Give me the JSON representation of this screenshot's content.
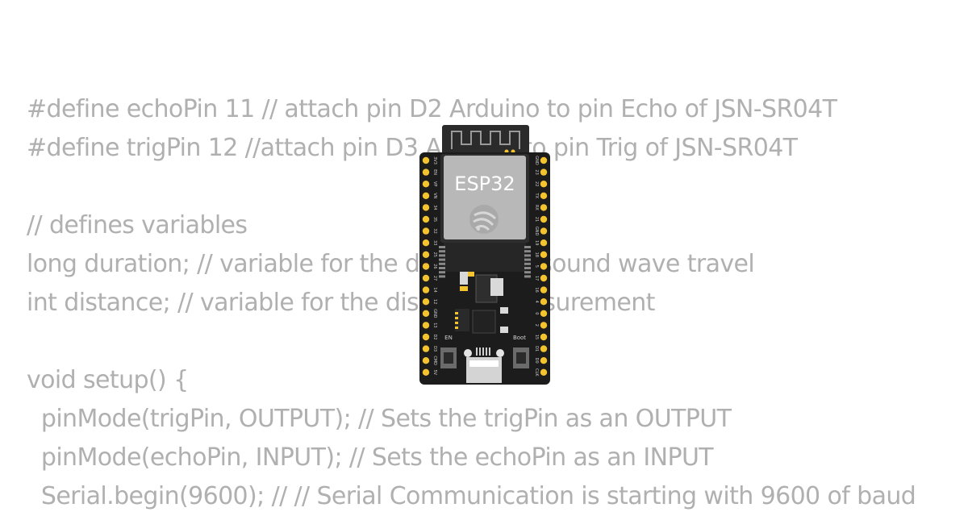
{
  "code": {
    "lines": [
      "#define echoPin 11 // attach pin D2 Arduino to pin Echo of JSN-SR04T",
      "#define trigPin 12 //attach pin D3 Arduino to pin Trig of JSN-SR04T",
      "",
      "// defines variables",
      "long duration; // variable for the duration of sound wave travel",
      "int distance; // variable for the distance measurement",
      "",
      "void setup() {",
      "  pinMode(trigPin, OUTPUT); // Sets the trigPin as an OUTPUT",
      "  pinMode(echoPin, INPUT); // Sets the echoPin as an INPUT",
      "  Serial.begin(9600); // // Serial Communication is starting with 9600 of baud"
    ]
  },
  "board": {
    "module_label": "ESP32",
    "button_en": "EN",
    "button_boot": "Boot",
    "left_pins": [
      "3V3",
      "EN",
      "VP",
      "VN",
      "34",
      "35",
      "32",
      "33",
      "25",
      "26",
      "27",
      "14",
      "12",
      "GND",
      "13",
      "D2",
      "D3",
      "CMD",
      "5V"
    ],
    "right_pins": [
      "GND",
      "23",
      "22",
      "TX",
      "RX",
      "21",
      "GND",
      "19",
      "18",
      "5",
      "17",
      "16",
      "4",
      "0",
      "2",
      "15",
      "D1",
      "D0",
      "CLK"
    ],
    "colors": {
      "pcb": "#1c1c1c",
      "module": "#b8b8b8",
      "pin_gold": "#f4c430",
      "antenna": "#2b2b2b"
    }
  }
}
